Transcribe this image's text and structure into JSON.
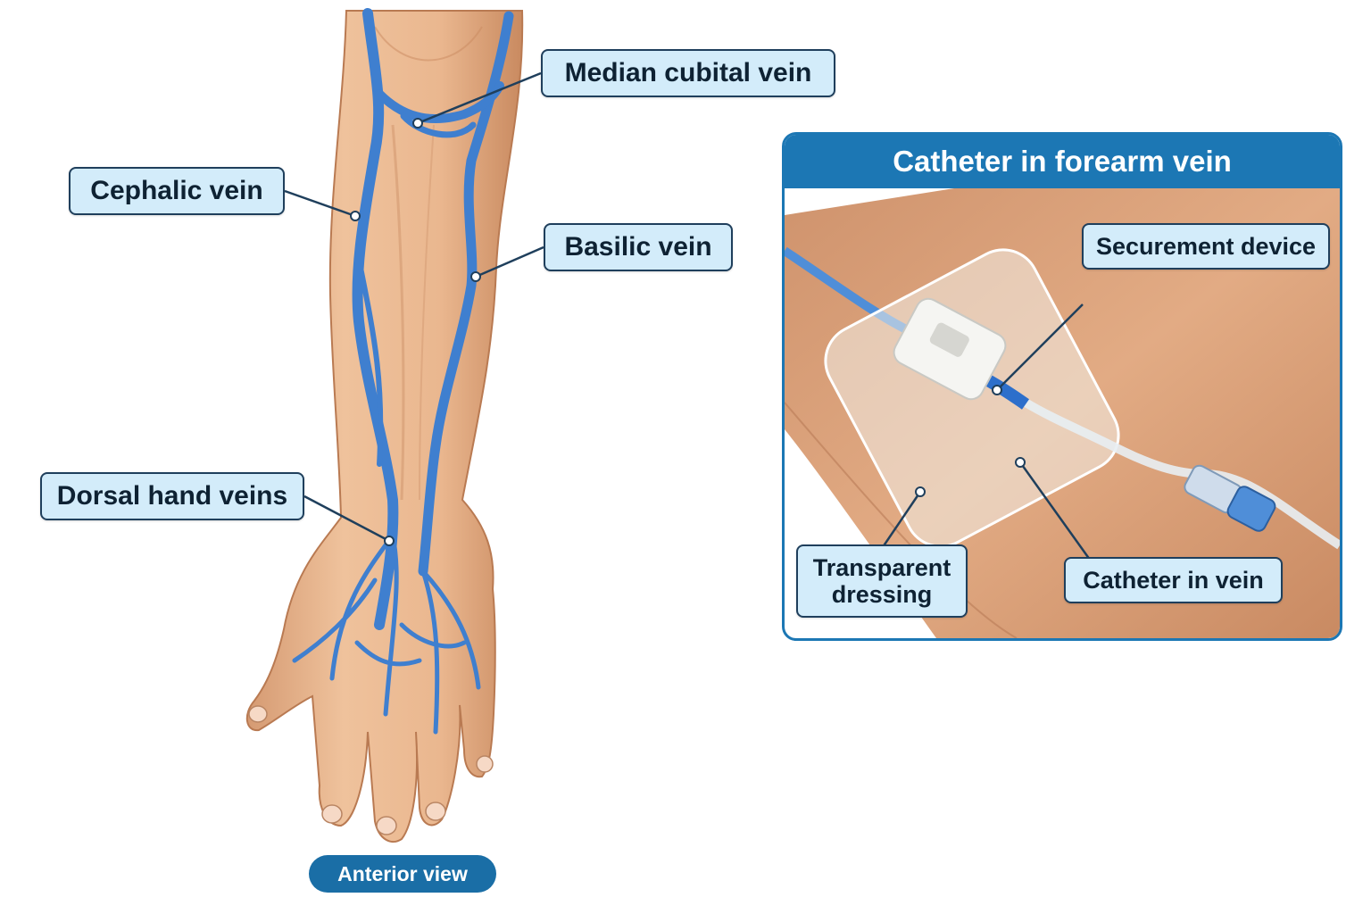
{
  "arm_diagram": {
    "labels": {
      "median_cubital": "Median cubital vein",
      "cephalic": "Cephalic vein",
      "basilic": "Basilic vein",
      "dorsal_hand": "Dorsal hand veins"
    },
    "view_badge": "Anterior view"
  },
  "inset": {
    "title": "Catheter in forearm vein",
    "labels": {
      "securement": "Securement device",
      "dressing_line1": "Transparent",
      "dressing_line2": "dressing",
      "catheter": "Catheter in vein"
    }
  },
  "colors": {
    "skin": "#e9b48a",
    "skin_shadow": "#d09670",
    "vein": "#3f7fcf",
    "label_fill": "#d3ecfa",
    "label_border": "#1f3f5c",
    "accent": "#1c77b4"
  }
}
